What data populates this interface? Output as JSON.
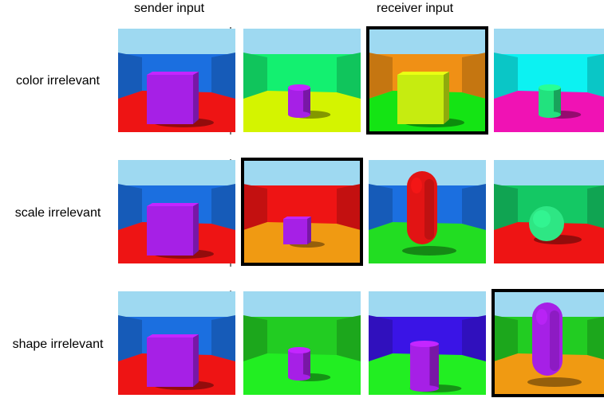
{
  "headers": {
    "sender": "sender input",
    "receiver": "receiver input"
  },
  "rows": [
    {
      "label": "color irrelevant",
      "selected_index": 2,
      "tiles": [
        {
          "role": "sender",
          "wall": "#1b6fe0",
          "floor": "#ee1414",
          "object": "cube",
          "color": "#a620e6",
          "size": "large"
        },
        {
          "role": "receiver",
          "wall": "#13f070",
          "floor": "#d4f400",
          "object": "cylinder",
          "color": "#a620e6",
          "size": "small"
        },
        {
          "role": "receiver",
          "wall": "#f09015",
          "floor": "#14e414",
          "object": "cube",
          "color": "#c6ec10",
          "size": "large"
        },
        {
          "role": "receiver",
          "wall": "#0cf2f2",
          "floor": "#f012b4",
          "object": "cylinder",
          "color": "#22e27e",
          "size": "small"
        }
      ]
    },
    {
      "label": "scale irrelevant",
      "selected_index": 1,
      "tiles": [
        {
          "role": "sender",
          "wall": "#1b6fe0",
          "floor": "#ee1414",
          "object": "cube",
          "color": "#a620e6",
          "size": "large"
        },
        {
          "role": "receiver",
          "wall": "#ee1414",
          "floor": "#f09a12",
          "object": "cube",
          "color": "#a620e6",
          "size": "small"
        },
        {
          "role": "receiver",
          "wall": "#1b6fe0",
          "floor": "#22dd22",
          "object": "capsule",
          "color": "#e21414",
          "size": "large"
        },
        {
          "role": "receiver",
          "wall": "#14c864",
          "floor": "#ee1414",
          "object": "sphere",
          "color": "#2ee684",
          "size": "large"
        }
      ]
    },
    {
      "label": "shape irrelevant",
      "selected_index": 3,
      "tiles": [
        {
          "role": "sender",
          "wall": "#1b6fe0",
          "floor": "#ee1414",
          "object": "cube",
          "color": "#a620e6",
          "size": "large"
        },
        {
          "role": "receiver",
          "wall": "#22cc22",
          "floor": "#22ee22",
          "object": "cylinder",
          "color": "#a620e6",
          "size": "small"
        },
        {
          "role": "receiver",
          "wall": "#3a14e6",
          "floor": "#22ee22",
          "object": "cylinder",
          "color": "#a620e6",
          "size": "large"
        },
        {
          "role": "receiver",
          "wall": "#22cc22",
          "floor": "#f09a12",
          "object": "capsule",
          "color": "#a620e6",
          "size": "large"
        }
      ]
    }
  ]
}
